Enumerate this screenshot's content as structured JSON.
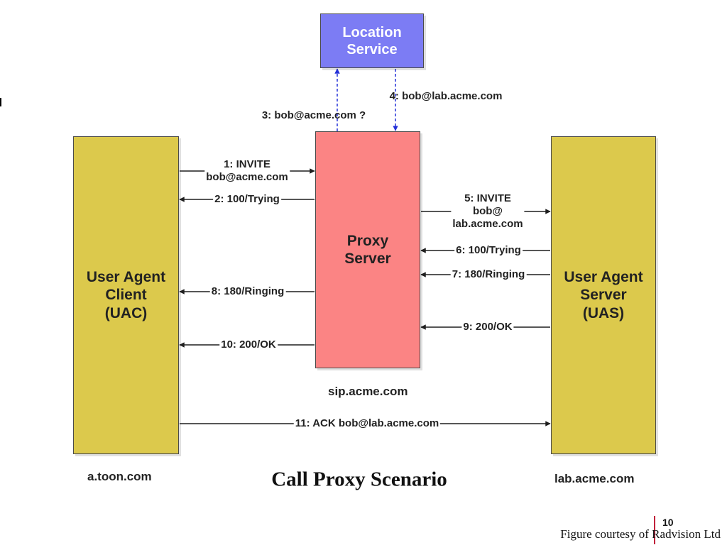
{
  "colors": {
    "client_server_fill": "#dcc94c",
    "proxy_fill": "#fb8484",
    "location_fill": "#7c7cf4",
    "request_line": "#1f1f1f",
    "location_link": "#2430d8"
  },
  "nodes": {
    "location": "Location\nService",
    "proxy": "Proxy\nServer",
    "uac": "User Agent\nClient\n(UAC)",
    "uas": "User Agent\nServer\n(UAS)"
  },
  "hosts": {
    "proxy": "sip.acme.com",
    "uac": "a.toon.com",
    "uas": "lab.acme.com"
  },
  "messages": [
    {
      "id": "m1",
      "label": "1: INVITE\nbob@acme.com"
    },
    {
      "id": "m2",
      "label": "2: 100/Trying"
    },
    {
      "id": "m3",
      "label": "3: bob@acme.com ?"
    },
    {
      "id": "m4",
      "label": "4: bob@lab.acme.com"
    },
    {
      "id": "m5",
      "label": "5: INVITE\nbob@\nlab.acme.com"
    },
    {
      "id": "m6",
      "label": "6: 100/Trying"
    },
    {
      "id": "m7",
      "label": "7: 180/Ringing"
    },
    {
      "id": "m8",
      "label": "8: 180/Ringing"
    },
    {
      "id": "m9",
      "label": "9: 200/OK"
    },
    {
      "id": "m10",
      "label": "10: 200/OK"
    },
    {
      "id": "m11",
      "label": "11: ACK bob@lab.acme.com"
    }
  ],
  "title": "Call Proxy Scenario",
  "page_number": "10",
  "credit": "Figure courtesy of Radvision Ltd"
}
